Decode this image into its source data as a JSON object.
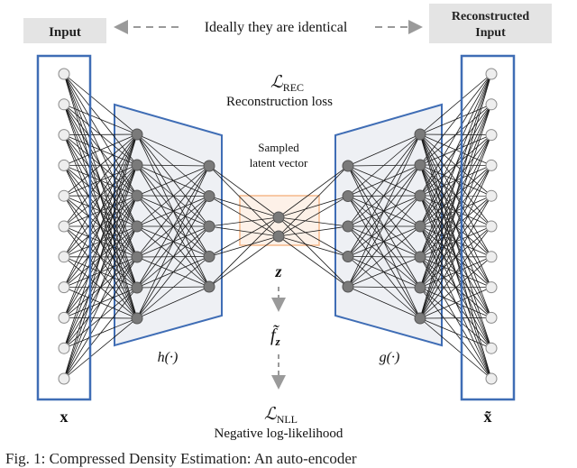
{
  "labels": {
    "input": "Input",
    "reconstructed_line1": "Reconstructed",
    "reconstructed_line2": "Input",
    "identical_note": "Ideally they are identical",
    "rec_symbol": "ℒ",
    "rec_subscript": "REC",
    "rec_caption": "Reconstruction loss",
    "sampled_line1": "Sampled",
    "sampled_line2": "latent vector",
    "latent_var": "z",
    "f_symbol": "f̃",
    "f_subscript": "z",
    "nll_symbol": "ℒ",
    "nll_subscript": "NLL",
    "nll_caption": "Negative log-likelihood",
    "encoder_fn": "h(·)",
    "decoder_fn": "g(·)",
    "x_label": "x",
    "x_tilde_label": "x̃"
  },
  "caption": "Fig. 1: Compressed Density Estimation: An auto-encoder",
  "colors": {
    "frame_blue": "#3f6db5",
    "panel_fill": "#eef0f4",
    "latent_box": "#f5b88a",
    "latent_fill": "#fdf1e8",
    "node_light": "#eeeeee",
    "node_dark": "#7a7a7a",
    "edge": "#1a1a1a",
    "arrow": "#9a9a9a"
  }
}
